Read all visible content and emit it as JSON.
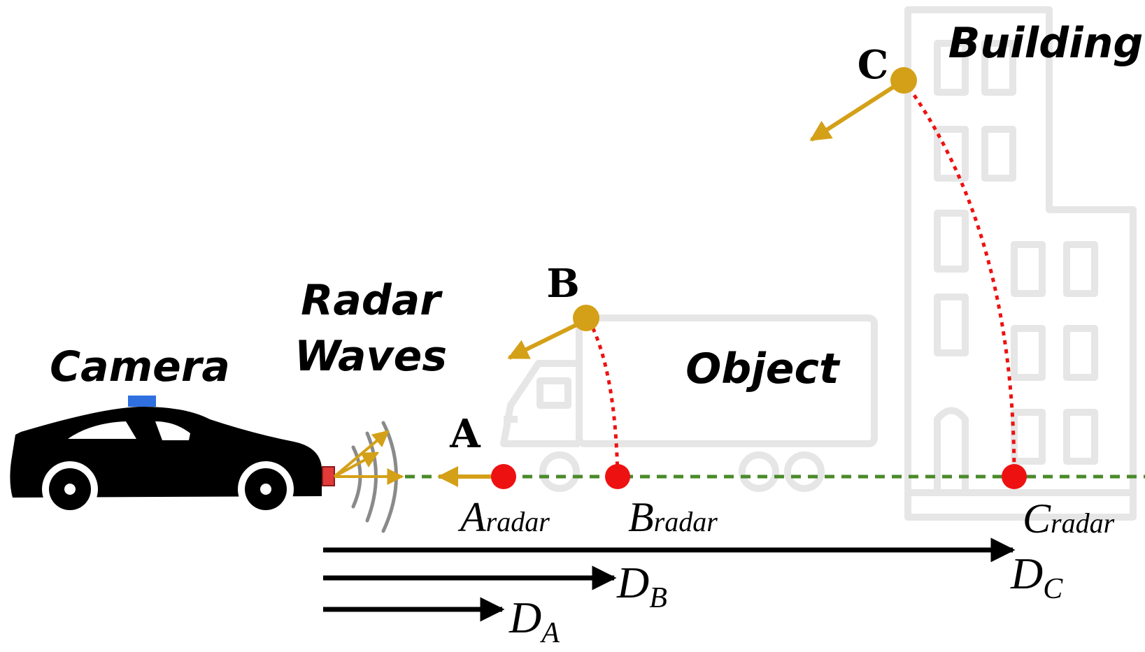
{
  "labels": {
    "camera": "Camera",
    "radar_line1": "Radar",
    "radar_line2": "Waves",
    "object": "Object",
    "building": "Building"
  },
  "points": {
    "A": "A",
    "B": "B",
    "C": "C"
  },
  "projections": {
    "A_base": "A",
    "B_base": "B",
    "C_base": "C",
    "subscript": "radar"
  },
  "distances": {
    "D_base": "D",
    "A_sub": "A",
    "B_sub": "B",
    "C_sub": "C"
  },
  "colors": {
    "car": "#000000",
    "camera_light": "#2f6fe0",
    "radar_sensor": "#e23a3a",
    "wave_arc": "#8a8a8a",
    "gold": "#d4a017",
    "projection_dot": "#ee1111",
    "ground_line": "#4a8a2a",
    "ghost_gray": "#e6e6e6"
  }
}
